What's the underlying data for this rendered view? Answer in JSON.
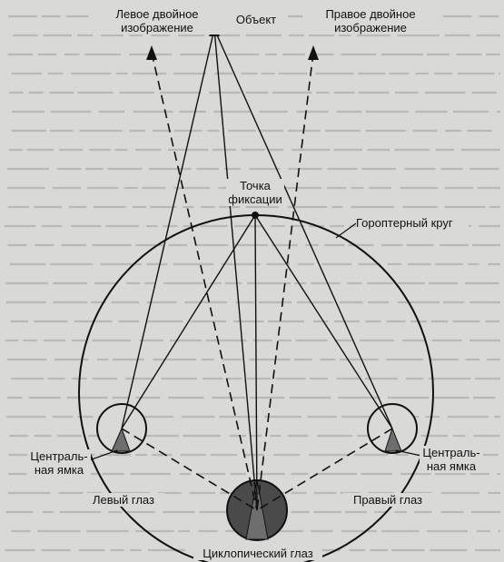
{
  "labels": {
    "left_double_image": "Левое двойное\nизображение",
    "object": "Объект",
    "right_double_image": "Правое двойное\nизображение",
    "fixation_point": "Точка\nфиксации",
    "horopter_circle": "Гороптерный круг",
    "left_fovea": "Централь-\nная ямка",
    "right_fovea": "Централь-\nная ямка",
    "left_eye": "Левый глаз",
    "right_eye": "Правый глаз",
    "cyclopean_eye": "Циклопический глаз"
  },
  "colors": {
    "background": "#d9d9d7",
    "ink": "#111111",
    "eye_dark": "#4a4a4a",
    "fovea_fill": "#6e6e6e"
  }
}
